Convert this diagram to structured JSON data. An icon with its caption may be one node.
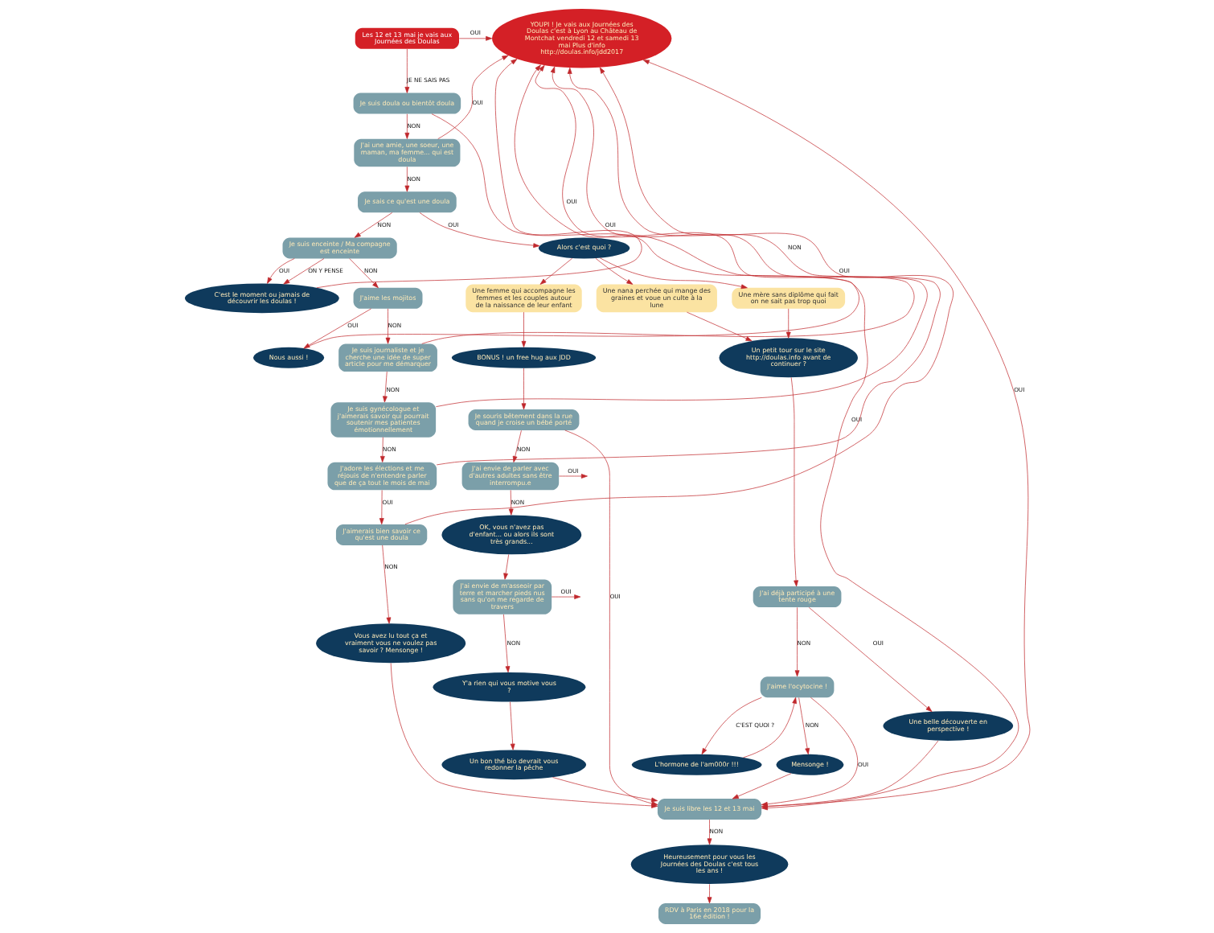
{
  "diagram": {
    "nodes": [
      {
        "text": [
          "Les 12 et 13 mai je vais aux Journées des Doulas"
        ]
      },
      {
        "text": [
          "Je suis doula ou bientôt doula"
        ]
      },
      {
        "text": [
          "J'ai une amie, une soeur, une maman, ma femme... qui est doula"
        ]
      },
      {
        "text": [
          "Je sais ce qu'est une doula"
        ]
      },
      {
        "text": [
          "Je suis enceinte / Ma compagne est enceinte"
        ]
      },
      {
        "text": [
          "C'est le moment ou jamais de découvrir les doulas !"
        ]
      },
      {
        "text": [
          "Alors c'est quoi ?"
        ]
      },
      {
        "text": [
          "J'aime les mojitos"
        ]
      },
      {
        "text": [
          "Nous aussi !"
        ]
      },
      {
        "text": [
          "YOUPI ! Je vais aux Journées des Doulas c'est à Lyon au Château de Montchat vendredi 12 et samedi 13 mai Plus d'info http://doulas.info/jdd2017"
        ]
      },
      {
        "text": [
          "Une femme qui accompagne les femmes et les couples autour de la naissance de leur enfant"
        ]
      },
      {
        "text": [
          "Une nana perchée qui mange des graines et voue un culte à la lune"
        ]
      },
      {
        "text": [
          "Une mère sans diplôme qui fait on ne sait pas trop quoi"
        ]
      },
      {
        "text": [
          "Je suis journaliste et je cherche une idée de super article pour me démarquer"
        ]
      },
      {
        "text": [
          "BONUS ! un free hug aux JDD"
        ]
      },
      {
        "text": [
          "Un petit tour sur le site http://doulas.info avant de continuer ?"
        ]
      },
      {
        "text": [
          "Je suis gynécologue et j'aimerais savoir qui pourrait soutenir mes patientes émotionnellement"
        ]
      },
      {
        "text": [
          "J'adore les élections et me réjouis de n'entendre parler que de ça tout le mois de mai"
        ]
      },
      {
        "text": [
          "Je souris bêtement dans la rue quand je croise un bébé porté"
        ]
      },
      {
        "text": [
          "J'ai déjà participé à une tente rouge"
        ]
      },
      {
        "text": [
          "J'aimerais bien savoir ce qu'est une doula"
        ]
      },
      {
        "text": [
          "J'ai envie de parler avec d'autres adultes sans être interrompu.e"
        ]
      },
      {
        "text": [
          "J'aime l'ocytocine !"
        ]
      },
      {
        "text": [
          "Une belle découverte en perspective !"
        ]
      },
      {
        "text": [
          "Vous avez lu tout ça et vraiment vous ne voulez pas savoir ? Mensonge !"
        ]
      },
      {
        "text": [
          "OK, vous n'avez pas d'enfant... ou alors ils sont très grands..."
        ]
      },
      {
        "text": [
          "L'hormone de l'am000r !!!"
        ]
      },
      {
        "text": [
          "Mensonge !"
        ]
      },
      {
        "text": [
          "RDV à Paris en 2018 pour la 16e édition !"
        ]
      },
      {
        "text": [
          "J'ai envie de m'asseoir par terre et marcher pieds nus sans qu'on me regarde de travers"
        ]
      },
      {
        "text": [
          "Y'a rien qui vous motive vous ?"
        ]
      },
      {
        "text": [
          "Un bon thé bio devrait vous redonner la pêche"
        ]
      },
      {
        "text": [
          "Je suis libre les 12 et 13 mai"
        ]
      },
      {
        "text": [
          "Heureusement pour vous les Journées des Doulas c'est tous les ans !"
        ]
      }
    ],
    "edges": [
      {
        "from": 0,
        "to": 9,
        "arrow": "to",
        "label": "OUI"
      },
      {
        "from": 0,
        "to": 1,
        "arrow": "to",
        "label": "JE NE SAIS PAS"
      },
      {
        "from": 1,
        "to": 32,
        "arrow": "to",
        "label": "OUI"
      },
      {
        "from": 1,
        "to": 2,
        "arrow": "to",
        "label": "NON"
      },
      {
        "from": 2,
        "to": 9,
        "arrow": "to",
        "label": "OUI"
      },
      {
        "from": 2,
        "to": 3,
        "arrow": "to",
        "label": "NON"
      },
      {
        "from": 3,
        "to": 4,
        "arrow": "to",
        "label": "NON"
      },
      {
        "from": 3,
        "to": 6,
        "arrow": "to",
        "label": "OUI"
      },
      {
        "from": 4,
        "to": 5,
        "arrow": "to",
        "label": "OUI"
      },
      {
        "from": 4,
        "to": 5,
        "arrow": "to",
        "label": "ON Y PENSE"
      },
      {
        "from": 4,
        "to": 7,
        "arrow": "to",
        "label": "NON"
      },
      {
        "from": 5,
        "to": 9,
        "arrow": "to"
      },
      {
        "from": 7,
        "to": 8,
        "arrow": "to",
        "label": "OUI"
      },
      {
        "from": 8,
        "to": 9,
        "arrow": "to"
      },
      {
        "from": 6,
        "to": 10,
        "arrow": "to"
      },
      {
        "from": 6,
        "to": 11,
        "arrow": "to"
      },
      {
        "from": 6,
        "to": 12,
        "arrow": "to"
      },
      {
        "from": 7,
        "to": 13,
        "arrow": "to",
        "label": "NON"
      },
      {
        "from": 13,
        "to": 9,
        "arrow": "to",
        "label": "OUI"
      },
      {
        "from": 13,
        "to": 16,
        "arrow": "to",
        "label": "NON"
      },
      {
        "from": 16,
        "to": 9,
        "arrow": "to",
        "label": "OUI"
      },
      {
        "from": 16,
        "to": 17,
        "arrow": "to",
        "label": "NON"
      },
      {
        "from": 17,
        "to": 9,
        "arrow": "to",
        "label": "NON"
      },
      {
        "from": 17,
        "to": 20,
        "arrow": "to",
        "label": "OUI"
      },
      {
        "from": 20,
        "to": 9,
        "arrow": "to",
        "label": "OUI"
      },
      {
        "from": 20,
        "to": 24,
        "arrow": "to",
        "label": "NON"
      },
      {
        "from": 10,
        "to": 14,
        "arrow": "to"
      },
      {
        "from": 11,
        "to": 15,
        "arrow": "to"
      },
      {
        "from": 12,
        "to": 15,
        "arrow": "to"
      },
      {
        "from": 14,
        "to": 18,
        "arrow": "to"
      },
      {
        "from": 15,
        "to": 19,
        "arrow": "to"
      },
      {
        "from": 18,
        "to": 32,
        "arrow": "to",
        "label": "OUI"
      },
      {
        "from": 18,
        "to": 21,
        "arrow": "to",
        "label": "NON"
      },
      {
        "from": 19,
        "to": 23,
        "arrow": "to",
        "label": "OUI"
      },
      {
        "from": 19,
        "to": 22,
        "arrow": "to",
        "label": "NON"
      },
      {
        "from": 21,
        "to": null,
        "arrow": "to",
        "label": "OUI"
      },
      {
        "from": 21,
        "to": 25,
        "arrow": "to",
        "label": "NON"
      },
      {
        "from": 22,
        "to": 26,
        "arrow": "to",
        "label": "C'EST QUOI ?"
      },
      {
        "from": 26,
        "to": 22,
        "arrow": "to"
      },
      {
        "from": 22,
        "to": 27,
        "arrow": "to",
        "label": "NON"
      },
      {
        "from": 22,
        "to": 32,
        "arrow": "to",
        "label": "OUI"
      },
      {
        "from": 23,
        "to": 32,
        "arrow": "to"
      },
      {
        "from": 24,
        "to": 32,
        "arrow": "to"
      },
      {
        "from": 25,
        "to": 29,
        "arrow": "to"
      },
      {
        "from": 27,
        "to": 32,
        "arrow": "to"
      },
      {
        "from": 29,
        "to": null,
        "arrow": "to",
        "label": "OUI"
      },
      {
        "from": 29,
        "to": 30,
        "arrow": "to",
        "label": "NON"
      },
      {
        "from": 30,
        "to": 31,
        "arrow": "to"
      },
      {
        "from": 31,
        "to": 32,
        "arrow": "to"
      },
      {
        "from": 32,
        "to": 9,
        "arrow": "to",
        "label": "OUI"
      },
      {
        "from": 32,
        "to": 33,
        "arrow": "to",
        "label": "NON"
      },
      {
        "from": 33,
        "to": 28,
        "arrow": "to"
      }
    ]
  }
}
